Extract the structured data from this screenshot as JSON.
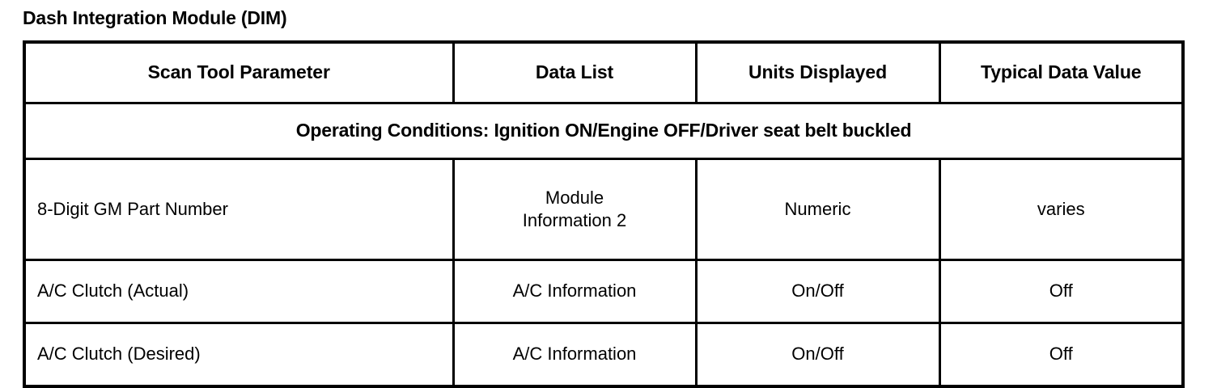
{
  "document": {
    "module_title": "Dash Integration Module (DIM)"
  },
  "table": {
    "headers": [
      "Scan Tool Parameter",
      "Data List",
      "Units Displayed",
      "Typical Data Value"
    ],
    "operating_conditions": "Operating Conditions: Ignition ON/Engine OFF/Driver seat belt buckled",
    "rows": [
      {
        "parameter": "8-Digit GM Part Number",
        "data_list_line1": "Module",
        "data_list_line2": "Information 2",
        "units": "Numeric",
        "typical_value": "varies"
      },
      {
        "parameter": "A/C Clutch (Actual)",
        "data_list": "A/C Information",
        "units": "On/Off",
        "typical_value": "Off"
      },
      {
        "parameter": "A/C Clutch (Desired)",
        "data_list": "A/C Information",
        "units": "On/Off",
        "typical_value": "Off"
      }
    ]
  },
  "colors": {
    "border": "#000000",
    "text": "#000000",
    "background": "#ffffff"
  }
}
